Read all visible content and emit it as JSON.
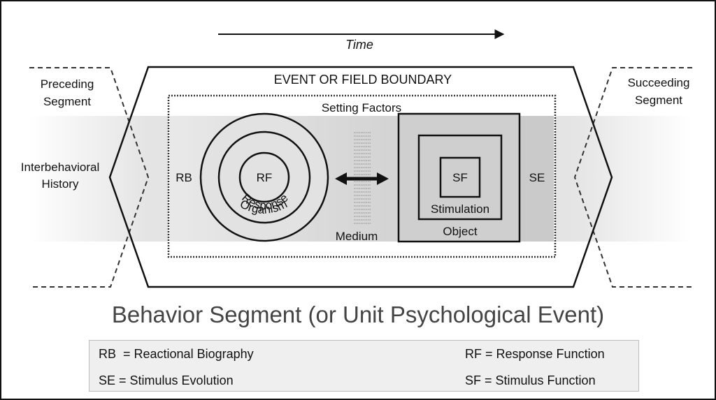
{
  "diagram": {
    "time_label": "Time",
    "preceding_segment": [
      "Preceding",
      "Segment"
    ],
    "succeeding_segment": [
      "Succeeding",
      "Segment"
    ],
    "interbehavioral_history": [
      "Interbehavioral",
      "History"
    ],
    "event_boundary": "EVENT OR FIELD BOUNDARY",
    "setting_factors": "Setting Factors",
    "rb": "RB",
    "se": "SE",
    "rf": "RF",
    "response": "Response",
    "organism": "Organism",
    "medium": "Medium",
    "sf": "SF",
    "stimulation": "Stimulation",
    "object": "Object"
  },
  "caption": "Behavior Segment (or Unit Psychological Event)",
  "legend": {
    "rb": "RB  = Reactional Biography",
    "se": "SE = Stimulus Evolution",
    "rf": "RF = Response Function",
    "sf": "SF = Stimulus Function"
  }
}
